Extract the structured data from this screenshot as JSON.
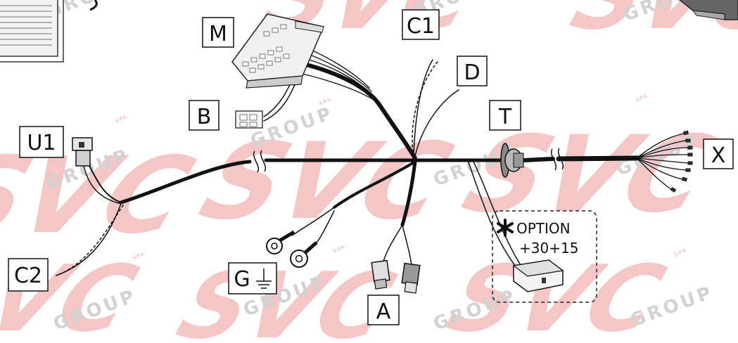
{
  "labels": {
    "M": "M",
    "C1": "C1",
    "D": "D",
    "B": "B",
    "T": "T",
    "U1": "U1",
    "X": "X",
    "C2": "C2",
    "G": "G",
    "A": "A"
  },
  "option": {
    "text": "OPTION",
    "voltage": "+30+15"
  },
  "watermark": {
    "logo": "SVC",
    "word": "GROUP",
    "small": "S.P.A."
  },
  "colors": {
    "wire": "#111111",
    "watermark": "#f4c3c3",
    "watermark_text": "#d2d2d2",
    "connector_fill": "#e8e8e8"
  }
}
